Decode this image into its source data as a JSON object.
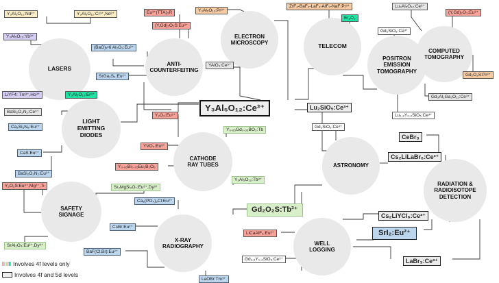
{
  "applications": [
    {
      "id": "lasers",
      "label": "LASERS"
    },
    {
      "id": "anti",
      "label": "ANTI-\nCOUNTERFEITING"
    },
    {
      "id": "electron",
      "label": "ELECTRON\nMICROSCOPY"
    },
    {
      "id": "telecom",
      "label": "TELECOM"
    },
    {
      "id": "ct",
      "label": "COMPUTED\nTOMOGRAPHY"
    },
    {
      "id": "pet",
      "label": "POSITRON\nEMISSION\nTOMOGRAPHY"
    },
    {
      "id": "led",
      "label": "LIGHT\nEMITTING\nDIODES"
    },
    {
      "id": "crt",
      "label": "CATHODE\nRAY TUBES"
    },
    {
      "id": "astro",
      "label": "ASTRONOMY"
    },
    {
      "id": "radiation",
      "label": "RADIATION &\nRADIOISOTOPE\nDETECTION"
    },
    {
      "id": "safety",
      "label": "SAFETY\nSIGNAGE"
    },
    {
      "id": "xray",
      "label": "X-RAY\nRADIOGRAPHY"
    },
    {
      "id": "well",
      "label": "WELL\nLOGGING"
    }
  ],
  "materials": {
    "y3al5o12_nd": "Y₃Al₅O₁₂:Nd³⁺",
    "y3al5o12_cr_nd": "Y₃Al₅O₁₂:Cr³⁺,Nd³⁺",
    "y3al5o12_yb": "Y₃Al₅O₁₂:Yb³⁺",
    "liyf4": "LiYF4: Tm³⁺,Ho³⁺",
    "y3al5o12_er": "Y₃Al₅O₁₂:Er³⁺",
    "eu_tta": "Eu³⁺(TTA)₃R",
    "ygd2o3s_eu": "(Y,Gd)₂O₂S:Eu³⁺",
    "bao_al2o3": "(BaO)ₓ•6 Al₂O₃:Eu²⁺",
    "srga2s4": "SrGa₂S₄:Eu²⁺",
    "y3al5o12_pr": "Y₃Al₅O₁₂:Pr³⁺",
    "yalo3_ce": "YAlO₃:Ce³⁺",
    "zrf4_glass": "ZrF₄-BaF₂-LaF₃-AlF₃-NaF:Pr³⁺",
    "er2o3": "Er₂O₃",
    "lu3al5o12_ce": "Lu₃Al₅O₁₂:Ce³⁺",
    "ygd2o3_eu": "(Y,Gd)₂O₃:Eu³⁺",
    "gd2sio5_ce_pet": "Gd₂SiO₅:Ce³⁺",
    "gd2o2s_pr": "Gd₂O₂S:Pr³⁺",
    "gd3al2ga3o12": "Gd₃Al₂Ga₃O₁₂:Ce³⁺",
    "lu2ysio5": "Lu₁.₈Y₀.₂SiO₅:Ce³⁺",
    "bas2o2n2_ce": "BaSi₂O₂N₂:Ce³⁺",
    "ca2si5n8": "Ca₂Si₅N₈:Eu²⁺",
    "cas_eu": "CaS:Eu²⁺",
    "bas2o2n2_eu": "BaSi₂O₂N₂:Eu²⁺",
    "y2o3s_eu_crt": "Y₂O₃:Eu³⁺",
    "y3al5o12_ce": "Y₃Al₅O₁₂:Ce³⁺",
    "y_gd_bo": "Y₀.₆₅Gd₀.₃₅BO₃:Tb",
    "yvo4_eu": "YVO₄:Eu³⁺",
    "y_bi_eu_bo": "Y₀.₉₅Bi₀.₀₅Eu₂B₂O₆",
    "y3al5o12_tb": "Y₃Al₅O₁₂:Tb³⁺",
    "lu2sio5_ce": "Lu₂SiO₅:Ce³⁺",
    "gd2sio5_ce_astro": "Gd₂SiO₅:Ce³⁺",
    "cebr3": "CeBr₃",
    "cs2lilabr6": "Cs₂LiLaBr₆:Ce³⁺",
    "y2o2s_mg_ti": "Y₂O₂S:Eu³⁺,Mg²⁺,Ti",
    "sr2mgsi2o7": "Sr₂MgSi₂O₇:Eu²⁺,Dy³⁺",
    "ca5po4cl": "Ca₅(PO₄)₃Cl:Eu²⁺",
    "gd2o2s_tb": "Gd₂O₂S:Tb³⁺",
    "sral2o4": "SrAl₂O₄:Eu²⁺,Dy³⁺",
    "csbr_eu": "CsBr:Eu²⁺",
    "licaalf6": "LiCaAlF₆:Eu²⁺",
    "cs2liycl6": "Cs₂LiYCl₆:Ce³⁺",
    "sri2_eu": "SrI₂:Eu²⁺",
    "baf_cl_br": "BaF(Cl,Br):Eu²⁺",
    "gd_y_sio5": "Gd₁.₈Y₀.₂SiO₅:Ce³⁺",
    "labr3": "LaBr₃:Ce³⁺",
    "laobr": "LaOBr:Tm³⁺"
  },
  "legend": {
    "item1": "Involves 4f levels only",
    "item2": "Involves 4f and 5d levels"
  },
  "colors": {
    "circle_fill": "#e9e9e9",
    "pink": "#f7a39a",
    "orange": "#f6cba4",
    "yellow": "#fcedc4",
    "blue": "#bcd6ee",
    "lavender": "#d6cdf2",
    "green": "#d9efc9",
    "teal": "#1fe3a3",
    "line": "#333333"
  }
}
